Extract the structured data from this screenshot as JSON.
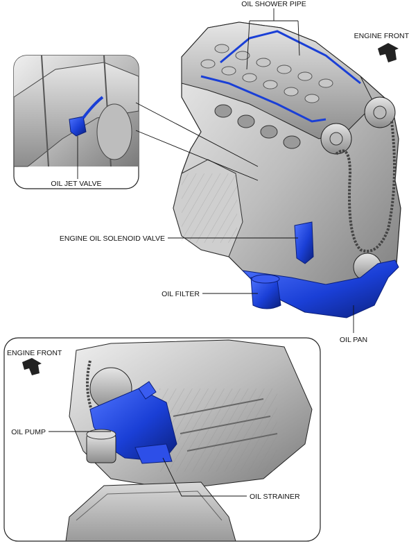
{
  "labels": {
    "oil_shower_pipe": "OIL SHOWER PIPE",
    "engine_front_top": "ENGINE FRONT",
    "oil_jet_valve": "OIL JET VALVE",
    "engine_oil_solenoid_valve": "ENGINE OIL SOLENOID VALVE",
    "oil_filter": "OIL FILTER",
    "oil_pan": "OIL PAN",
    "engine_front_bottom": "ENGINE FRONT",
    "oil_pump": "OIL PUMP",
    "oil_strainer": "OIL STRAINER"
  },
  "colors": {
    "highlight_blue": "#1a3fd6",
    "metal_light": "#d9d9d9",
    "metal_mid": "#a9a9a9",
    "metal_dark": "#6f6f6f",
    "outline": "#222222"
  },
  "icons": {
    "front_arrow": "block-arrow-right-icon"
  }
}
